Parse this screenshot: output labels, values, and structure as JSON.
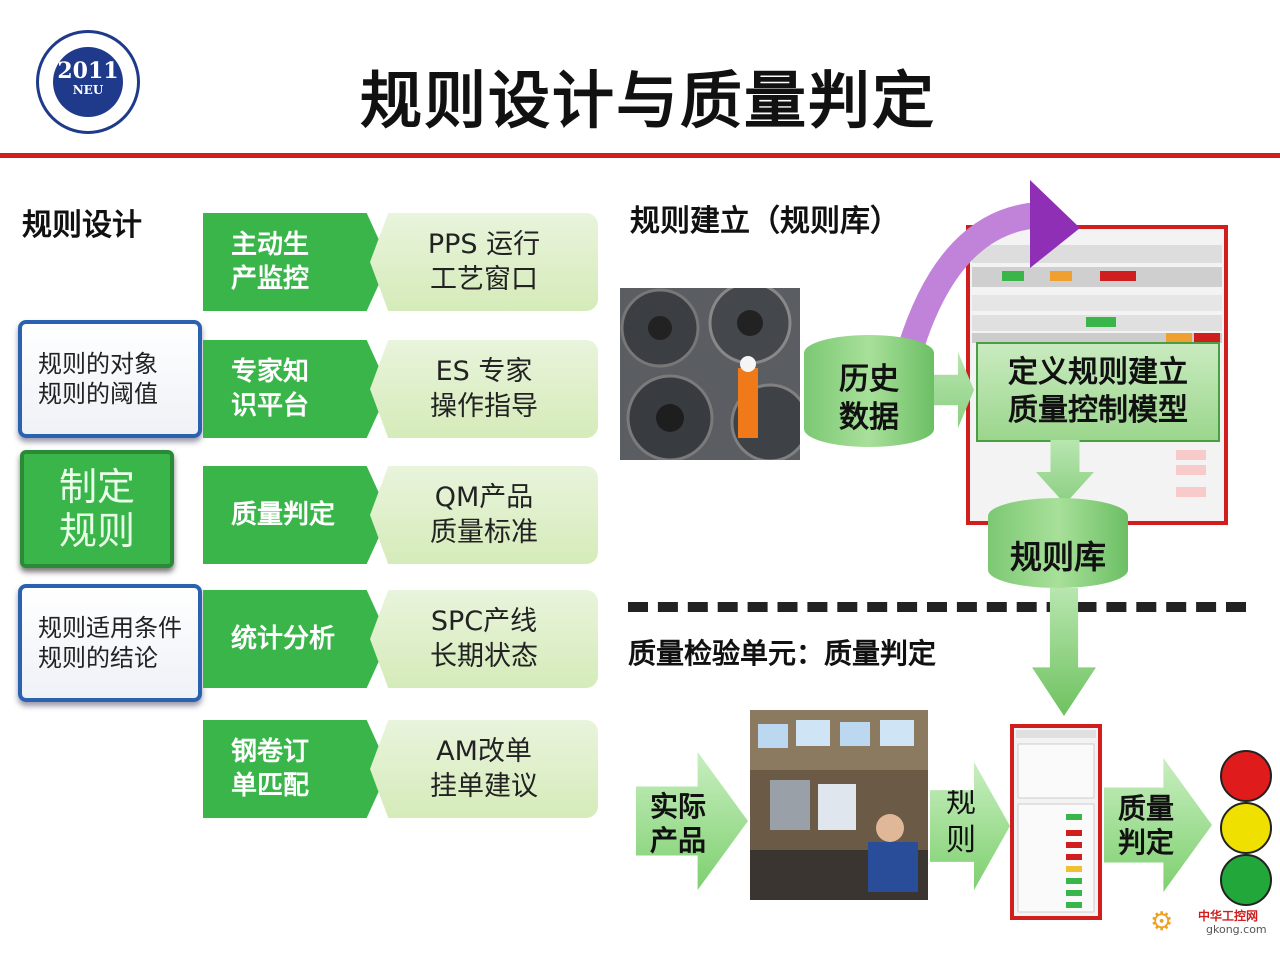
{
  "header": {
    "title": "规则设计与质量判定",
    "logo": {
      "year": "2011",
      "short": "NEU"
    }
  },
  "left": {
    "section_title": "规则设计",
    "left_boxes": [
      {
        "text": "规则的对象\n规则的阈值"
      },
      {
        "text": "制定\n规则"
      },
      {
        "text": "规则适用条件\n规则的结论"
      }
    ],
    "rows": [
      {
        "label": "主动生\n产监控",
        "detail": "PPS 运行\n工艺窗口"
      },
      {
        "label": "专家知\n识平台",
        "detail": "ES 专家\n操作指导"
      },
      {
        "label": "质量判定",
        "detail": "QM产品\n质量标准"
      },
      {
        "label": "统计分析",
        "detail": "SPC产线\n长期状态"
      },
      {
        "label": "钢卷订\n单匹配",
        "detail": "AM改单\n挂单建议"
      }
    ]
  },
  "right_top": {
    "section_title": "规则建立（规则库）",
    "history_label": "历史\n数据",
    "define_label": "定义规则建立\n质量控制模型",
    "rulebase_label": "规则库"
  },
  "right_bottom": {
    "section_title": "质量检验单元：质量判定",
    "actual_label": "实际\n产品",
    "rule_label": "规\n则",
    "judge_label": "质量\n判定"
  },
  "traffic_light": {
    "colors": [
      "#e01b1b",
      "#f0e000",
      "#22a83a"
    ]
  },
  "watermark": {
    "cn": "中华工控网",
    "en": "gkong.com"
  }
}
